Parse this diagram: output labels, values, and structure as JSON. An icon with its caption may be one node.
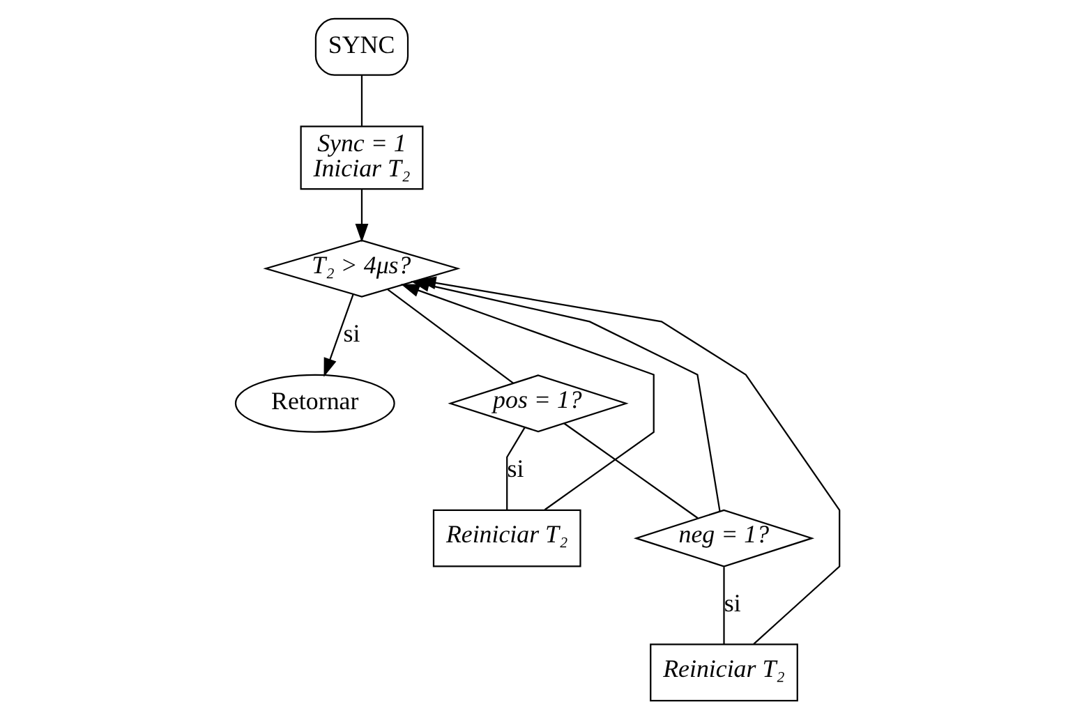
{
  "diagram": {
    "nodes": [
      {
        "text": [
          "SYNC"
        ]
      },
      {
        "text": [
          "Sync = 1",
          "Iniciar T₂"
        ]
      },
      {
        "text": [
          "T₂ > 4μs?"
        ]
      },
      {
        "text": [
          "Retornar"
        ]
      },
      {
        "text": [
          "pos = 1?"
        ]
      },
      {
        "text": [
          "Reiniciar T₂"
        ]
      },
      {
        "text": [
          "neg = 1?"
        ]
      },
      {
        "text": [
          "Reiniciar T₂"
        ]
      }
    ],
    "edges": [
      {
        "from": 0,
        "to": 1,
        "arrow": "none"
      },
      {
        "from": 1,
        "to": 2,
        "arrow": "to"
      },
      {
        "from": 2,
        "to": 3,
        "arrow": "to",
        "label": "si"
      },
      {
        "from": 2,
        "to": 4,
        "arrow": "none"
      },
      {
        "from": 4,
        "to": 5,
        "arrow": "none",
        "label": "si"
      },
      {
        "from": 4,
        "to": 6,
        "arrow": "none"
      },
      {
        "from": 6,
        "to": 7,
        "arrow": "none",
        "label": "si"
      },
      {
        "from": 6,
        "to": 2,
        "arrow": "to"
      },
      {
        "from": 7,
        "to": 2,
        "arrow": "to"
      },
      {
        "from": 5,
        "to": 2,
        "arrow": "to"
      }
    ]
  }
}
